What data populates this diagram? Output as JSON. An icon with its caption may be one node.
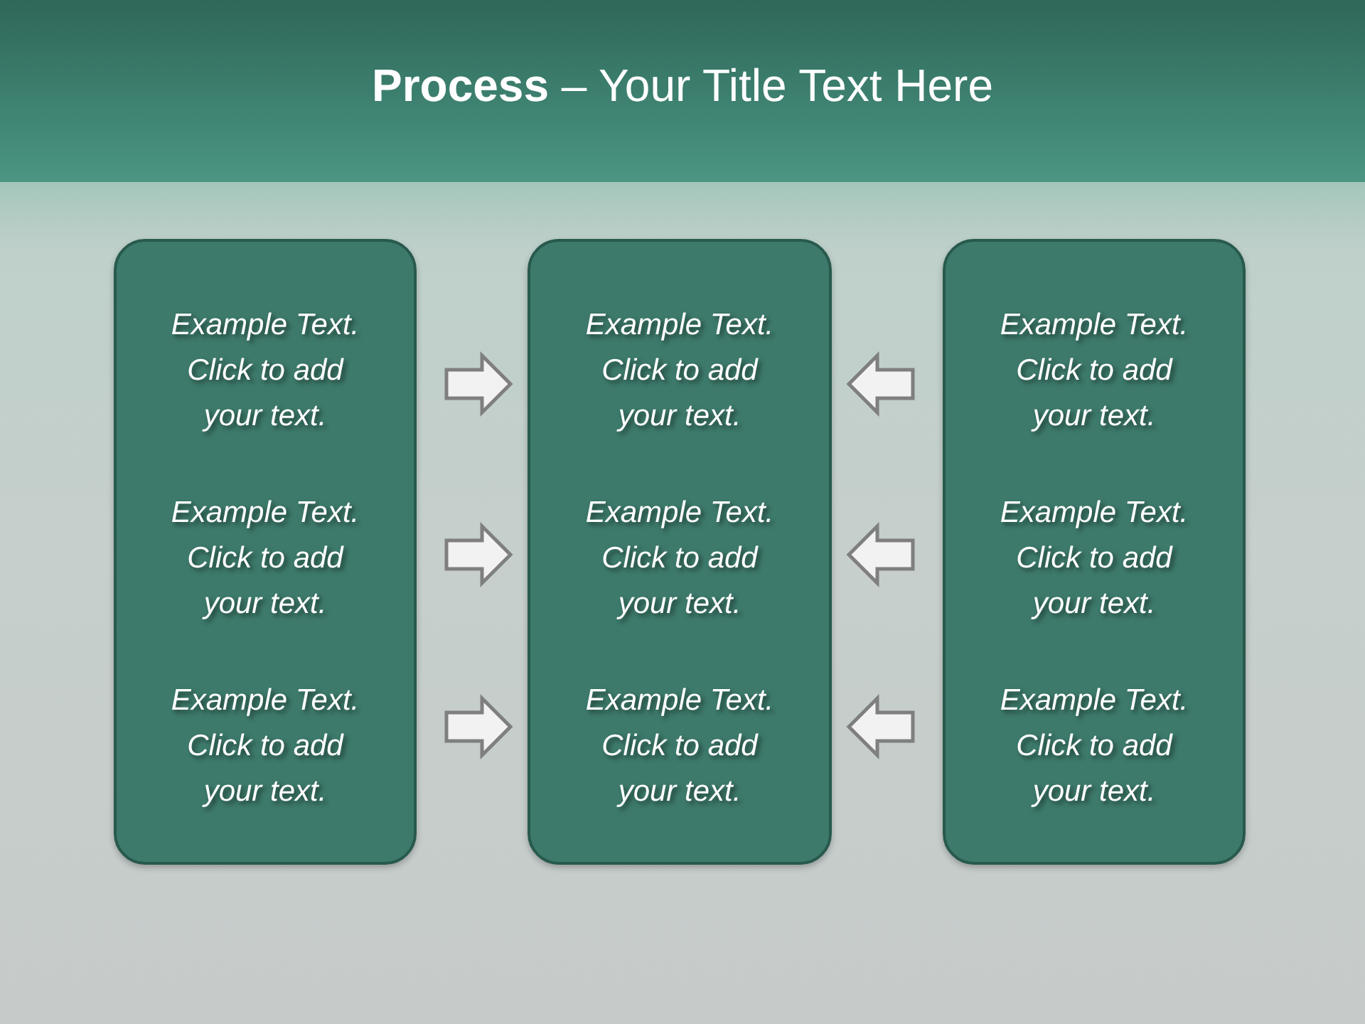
{
  "diagram": {
    "title": "**Process** – Your Title Text Here",
    "nodes": [
      {
        "text": [
          "Example Text. Click to add your text.",
          "Example Text. Click to add your text.",
          "Example Text. Click to add your text."
        ]
      },
      {
        "text": [
          "Example Text. Click to add your text.",
          "Example Text. Click to add your text.",
          "Example Text. Click to add your text."
        ]
      },
      {
        "text": [
          "Example Text. Click to add your text.",
          "Example Text. Click to add your text.",
          "Example Text. Click to add your text."
        ]
      }
    ],
    "edges": [
      {
        "from": 0,
        "to": 1,
        "arrow": "to"
      },
      {
        "from": 0,
        "to": 1,
        "arrow": "to"
      },
      {
        "from": 0,
        "to": 1,
        "arrow": "to"
      },
      {
        "from": 2,
        "to": 1,
        "arrow": "to"
      },
      {
        "from": 2,
        "to": 1,
        "arrow": "to"
      },
      {
        "from": 2,
        "to": 1,
        "arrow": "to"
      }
    ]
  }
}
